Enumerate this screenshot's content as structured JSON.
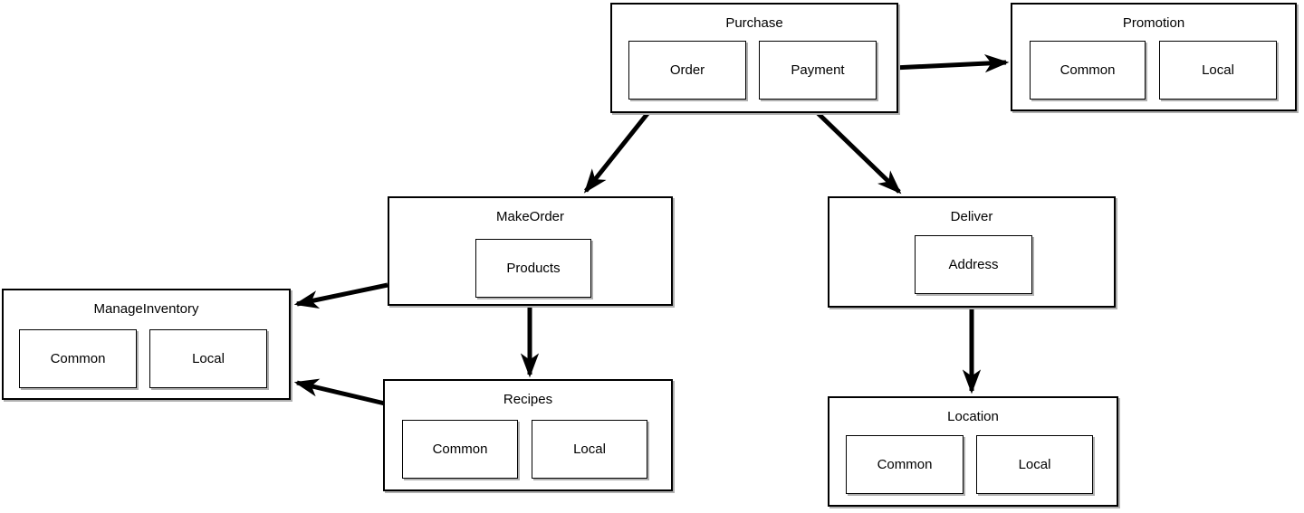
{
  "diagram": {
    "type": "module-dependency-diagram",
    "modules": [
      {
        "title": "Purchase",
        "components": [
          "Order",
          "Payment"
        ]
      },
      {
        "title": "Promotion",
        "components": [
          "Common",
          "Local"
        ]
      },
      {
        "title": "MakeOrder",
        "components": [
          "Products"
        ]
      },
      {
        "title": "Deliver",
        "components": [
          "Address"
        ]
      },
      {
        "title": "ManageInventory",
        "components": [
          "Common",
          "Local"
        ]
      },
      {
        "title": "Recipes",
        "components": [
          "Common",
          "Local"
        ]
      },
      {
        "title": "Location",
        "components": [
          "Common",
          "Local"
        ]
      }
    ],
    "edges": [
      {
        "from": "Purchase.Order",
        "to": "MakeOrder"
      },
      {
        "from": "Purchase.Payment",
        "to": "Promotion"
      },
      {
        "from": "Purchase",
        "to": "Deliver"
      },
      {
        "from": "MakeOrder",
        "to": "ManageInventory"
      },
      {
        "from": "MakeOrder.Products",
        "to": "Recipes"
      },
      {
        "from": "Recipes",
        "to": "ManageInventory"
      },
      {
        "from": "Deliver.Address",
        "to": "Location"
      }
    ],
    "colors": {
      "background": "#ffffff",
      "box_fill": "#ffffff",
      "box_border": "#000000",
      "arrow": "#000000",
      "text": "#000000",
      "shadow": "#b0b0b0"
    }
  }
}
